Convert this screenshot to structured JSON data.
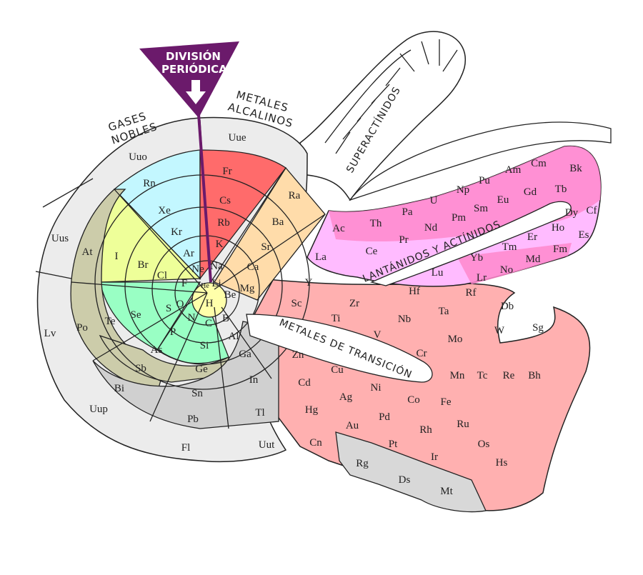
{
  "banner": {
    "line1": "DIVISIÓN",
    "line2": "PERIÓDICA"
  },
  "labels": {
    "noble_gases": [
      "GASES",
      "NOBLES"
    ],
    "alkali": [
      "METALES",
      "ALCALINOS"
    ],
    "superactinides": "SUPERACTÍNIDOS",
    "lanthanides": "LANTÁNIDOS Y ACTÍNIDOS",
    "transition": "METALES DE TRANSICIÓN"
  },
  "colors": {
    "noble": "#c3f7ff",
    "alkali": "#ff6b6b",
    "alkaline_earth": "#ffdcaa",
    "halogen": "#eeff99",
    "chalcogen": "#99ffc4",
    "metalloid": "#ccccaa",
    "post_transition": "#d0d0d0",
    "unknown": "#ececec",
    "transition": "#ffb0b0",
    "lanthanide": "#ffbbff",
    "actinide": "#ff88cc",
    "banner": "#6b1a6b",
    "hydrogen": "#ffffaa"
  },
  "elements": {
    "H": "H",
    "He": "He",
    "Li": "Li",
    "Be": "Be",
    "B": "B",
    "C": "C",
    "N": "N",
    "O": "O",
    "F": "F",
    "Ne": "Ne",
    "Na": "Na",
    "Mg": "Mg",
    "Al": "Al",
    "Si": "Si",
    "P": "P",
    "S": "S",
    "Cl": "Cl",
    "Ar": "Ar",
    "K": "K",
    "Ca": "Ca",
    "Ga": "Ga",
    "Ge": "Ge",
    "As": "As",
    "Se": "Se",
    "Br": "Br",
    "Kr": "Kr",
    "Rb": "Rb",
    "Sr": "Sr",
    "In": "In",
    "Sn": "Sn",
    "Sb": "Sb",
    "Te": "Te",
    "I": "I",
    "Xe": "Xe",
    "Cs": "Cs",
    "Ba": "Ba",
    "Tl": "Tl",
    "Pb": "Pb",
    "Bi": "Bi",
    "Po": "Po",
    "At": "At",
    "Rn": "Rn",
    "Fr": "Fr",
    "Ra": "Ra",
    "Uut": "Uut",
    "Fl": "Fl",
    "Uup": "Uup",
    "Lv": "Lv",
    "Uus": "Uus",
    "Uuo": "Uuo",
    "Uue": "Uue",
    "Sc": "Sc",
    "Ti": "Ti",
    "V": "V",
    "Cr": "Cr",
    "Mn": "Mn",
    "Fe": "Fe",
    "Co": "Co",
    "Ni": "Ni",
    "Cu": "Cu",
    "Zn": "Zn",
    "Y": "Y",
    "Zr": "Zr",
    "Nb": "Nb",
    "Mo": "Mo",
    "Tc": "Tc",
    "Ru": "Ru",
    "Rh": "Rh",
    "Pd": "Pd",
    "Ag": "Ag",
    "Cd": "Cd",
    "Hf": "Hf",
    "Ta": "Ta",
    "W": "W",
    "Re": "Re",
    "Os": "Os",
    "Ir": "Ir",
    "Pt": "Pt",
    "Au": "Au",
    "Hg": "Hg",
    "Rf": "Rf",
    "Db": "Db",
    "Sg": "Sg",
    "Bh": "Bh",
    "Hs": "Hs",
    "Mt": "Mt",
    "Ds": "Ds",
    "Rg": "Rg",
    "Cn": "Cn",
    "La": "La",
    "Ce": "Ce",
    "Pr": "Pr",
    "Nd": "Nd",
    "Pm": "Pm",
    "Sm": "Sm",
    "Eu": "Eu",
    "Gd": "Gd",
    "Tb": "Tb",
    "Dy": "Dy",
    "Ho": "Ho",
    "Er": "Er",
    "Tm": "Tm",
    "Yb": "Yb",
    "Lu": "Lu",
    "Ac": "Ac",
    "Th": "Th",
    "Pa": "Pa",
    "U": "U",
    "Np": "Np",
    "Pu": "Pu",
    "Am": "Am",
    "Cm": "Cm",
    "Bk": "Bk",
    "Cf": "Cf",
    "Es": "Es",
    "Fm": "Fm",
    "Md": "Md",
    "No": "No",
    "Lr": "Lr"
  }
}
